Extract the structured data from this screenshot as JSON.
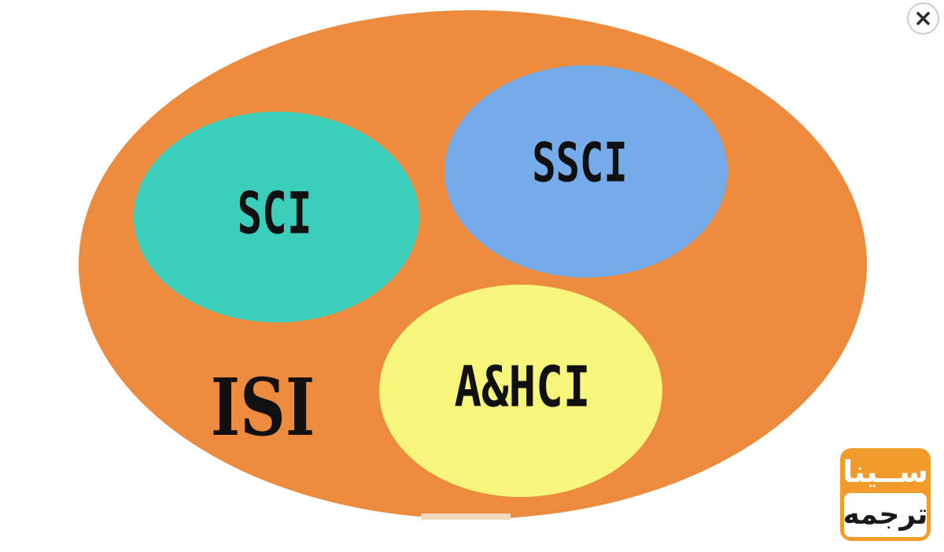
{
  "scene": {
    "background": "#ffffff",
    "label_color": "#101010"
  },
  "diagram": {
    "outer_set": {
      "label": "ISI",
      "fill": "#EC8B3E"
    },
    "subsets": [
      {
        "label": "SCI",
        "fill": "#3BCEBB"
      },
      {
        "label": "SSCI",
        "fill": "#76ABE9"
      },
      {
        "label": "A&HCI",
        "fill": "#F7F67B"
      }
    ]
  },
  "overlay": {
    "close_button": {
      "icon": "x-mark",
      "border_color": "#cccccc",
      "glyph_color": "#2e2e2e"
    }
  },
  "watermark": {
    "top_text": "ســینا",
    "bottom_text": "ترجمه",
    "top_bg": "#F39B2A",
    "top_text_color": "#ffffff",
    "bottom_bg": "#ffffff",
    "bottom_text_color": "#1a1a1a"
  }
}
